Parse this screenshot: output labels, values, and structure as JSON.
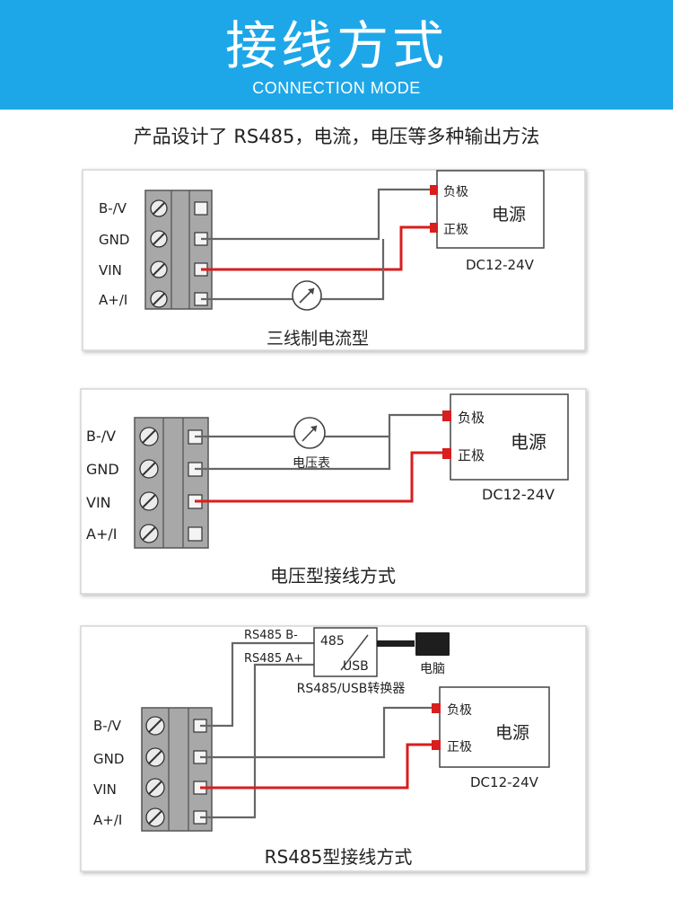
{
  "header": {
    "title": "接线方式",
    "subtitle": "CONNECTION MODE",
    "intro": "产品设计了 RS485，电流，电压等多种输出方法"
  },
  "colors": {
    "banner": "#1ea7e8",
    "signal_wire": "#d81e1e",
    "ground_wire": "#666666",
    "terminal_block": "#a8a8a8"
  },
  "terminal_pins": [
    "B-/V",
    "GND",
    "VIN",
    "A+/I"
  ],
  "power_supply": {
    "label": "电源",
    "negative": "负极",
    "positive": "正极",
    "rating": "DC12-24V"
  },
  "diagrams": [
    {
      "caption": "三线制电流型",
      "meter_icon": "ammeter-icon"
    },
    {
      "caption": "电压型接线方式",
      "meter_label": "电压表",
      "meter_icon": "voltmeter-icon"
    },
    {
      "caption": "RS485型接线方式",
      "bus_b": "RS485 B-",
      "bus_a": "RS485 A+",
      "converter_top": "485",
      "converter_bottom": "USB",
      "converter_label": "RS485/USB转换器",
      "computer_label": "电脑",
      "computer_icon": "computer-icon"
    }
  ]
}
